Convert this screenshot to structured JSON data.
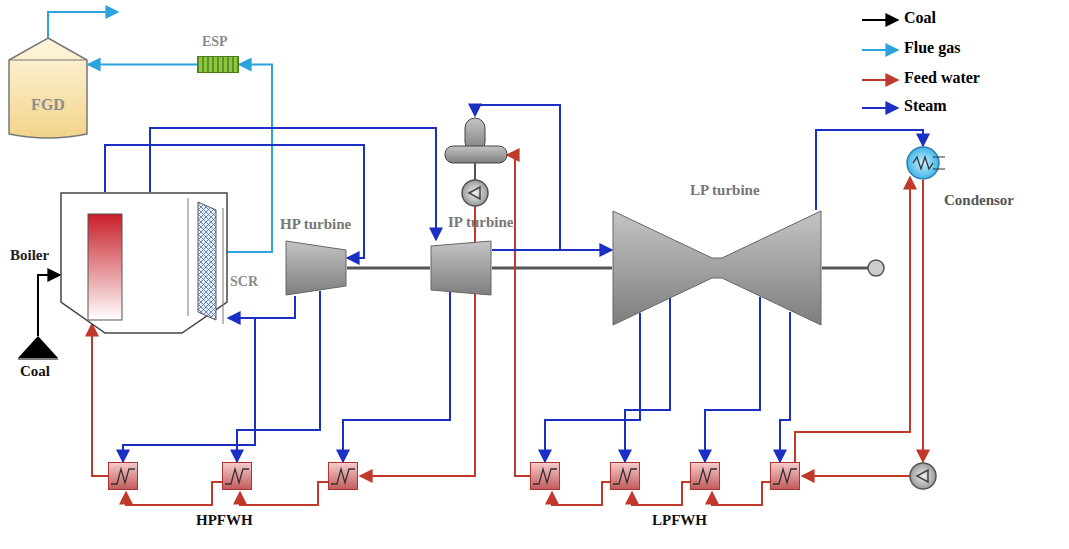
{
  "diagram": {
    "nodes": [
      {
        "text": [
          "FGD"
        ]
      },
      {
        "text": [
          "ESP"
        ]
      },
      {
        "text": [
          "Boiler"
        ]
      },
      {
        "text": [
          "SCR"
        ],
        "in": 2
      },
      {
        "text": [
          "Coal"
        ]
      },
      {
        "text": [
          "HP turbine"
        ]
      },
      {
        "text": [
          "IP turbine"
        ]
      },
      {
        "text": [
          "LP turbine"
        ]
      },
      {
        "text": [
          "Condensor"
        ]
      }
    ],
    "edges": [
      {
        "from": 3,
        "to": 1,
        "arrow": "to"
      },
      {
        "from": 1,
        "to": 0,
        "arrow": "to"
      },
      {
        "from": 4,
        "to": 2,
        "arrow": "to"
      },
      {
        "from": 2,
        "to": 5,
        "arrow": "to"
      },
      {
        "from": 5,
        "to": 2,
        "arrow": "to"
      },
      {
        "from": 2,
        "to": 6,
        "arrow": "to"
      },
      {
        "from": 6,
        "to": 7,
        "arrow": "to"
      },
      {
        "from": 7,
        "to": 8,
        "arrow": "to"
      }
    ],
    "labels": [
      "HPFWH",
      "LPFWH"
    ],
    "legend": [
      {
        "text": "Coal"
      },
      {
        "text": "Flue gas"
      },
      {
        "text": "Feed water"
      },
      {
        "text": "Steam"
      }
    ]
  }
}
